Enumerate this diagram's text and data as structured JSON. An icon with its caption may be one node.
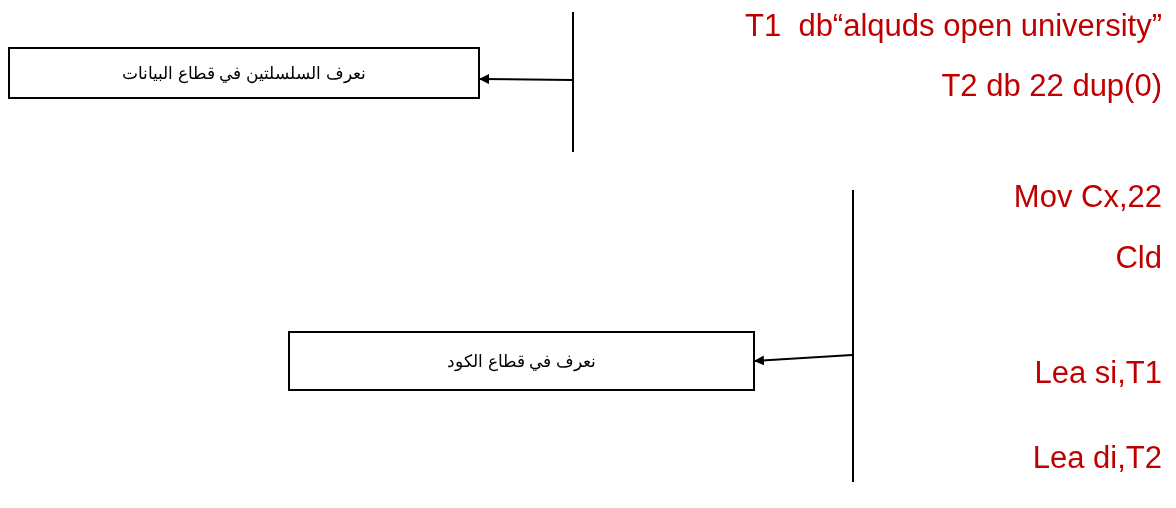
{
  "diagram": {
    "nodes": [
      {
        "text": [
          "نعرف السلسلتين في قطاع البيانات"
        ]
      },
      {
        "text": [],
        "shape": "bar"
      },
      {
        "text": [
          "نعرف في قطاع الكود"
        ]
      },
      {
        "text": [],
        "shape": "bar"
      }
    ],
    "edges": [
      {
        "from": 1,
        "to": 0,
        "arrow": "to"
      },
      {
        "from": 3,
        "to": 2,
        "arrow": "to"
      }
    ],
    "labels": [
      "T1  db“alquds open university”",
      "T2 db 22 dup(0)",
      "Mov Cx,22",
      "Cld",
      "Lea si,T1",
      "Lea di,T2"
    ]
  }
}
